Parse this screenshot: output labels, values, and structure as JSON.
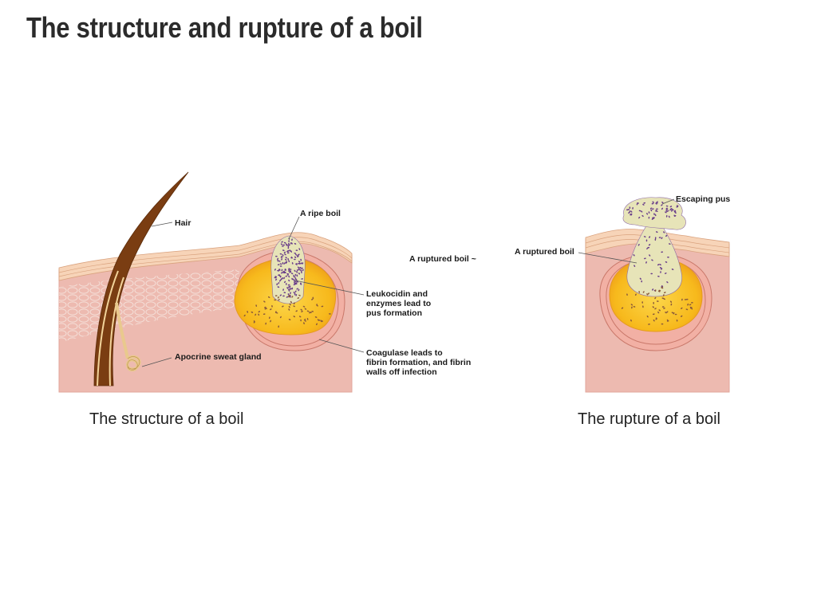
{
  "slide": {
    "title": "The structure and rupture of a boil"
  },
  "left_figure": {
    "labels": {
      "hair": "Hair",
      "ripe_boil": "A ripe boil",
      "leukocidin": [
        "Leukocidin and",
        "enzymes lead to",
        "pus formation"
      ],
      "apocrine": "Apocrine sweat gland",
      "coagulase": [
        "Coagulase leads to",
        "fibrin formation, and fibrin",
        "walls off infection"
      ]
    },
    "caption": "The structure of a boil"
  },
  "middle_label": "A ruptured boil ~",
  "right_figure": {
    "labels": {
      "escaping_pus": "Escaping pus",
      "ruptured_boil": "A ruptured boil"
    },
    "caption": "The rupture of a boil"
  },
  "colors": {
    "skin_dermis": "#efbdb2",
    "skin_epidermis": "#f6cdb8",
    "boil_yellow": "#f8c327",
    "pus_center": "#e7e4b8",
    "pus_dots": "#6a3f8a",
    "hair_brown": "#7a3d12"
  }
}
